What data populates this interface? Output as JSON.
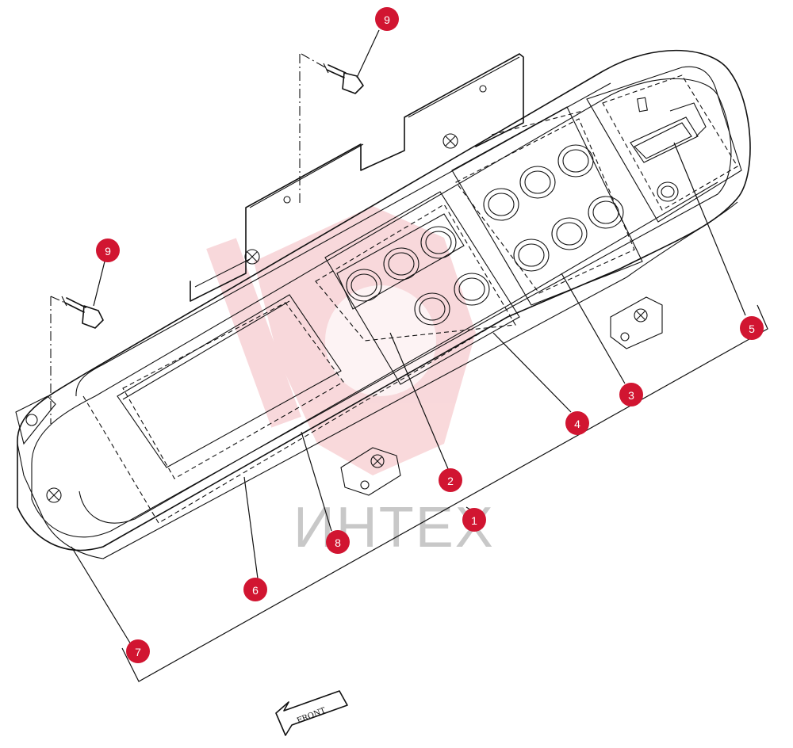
{
  "diagram": {
    "callouts": [
      {
        "id": "c1",
        "label": "1"
      },
      {
        "id": "c2",
        "label": "2"
      },
      {
        "id": "c3",
        "label": "3"
      },
      {
        "id": "c4",
        "label": "4"
      },
      {
        "id": "c5",
        "label": "5"
      },
      {
        "id": "c6",
        "label": "6"
      },
      {
        "id": "c7",
        "label": "7"
      },
      {
        "id": "c8",
        "label": "8"
      },
      {
        "id": "c9a",
        "label": "9"
      },
      {
        "id": "c9b",
        "label": "9"
      }
    ],
    "front_arrow_label": "FRONT",
    "watermark_text": "ИНТЕХ",
    "colors": {
      "callout": "#d11531",
      "watermark": "#f2b0b6",
      "line": "#111111"
    }
  }
}
